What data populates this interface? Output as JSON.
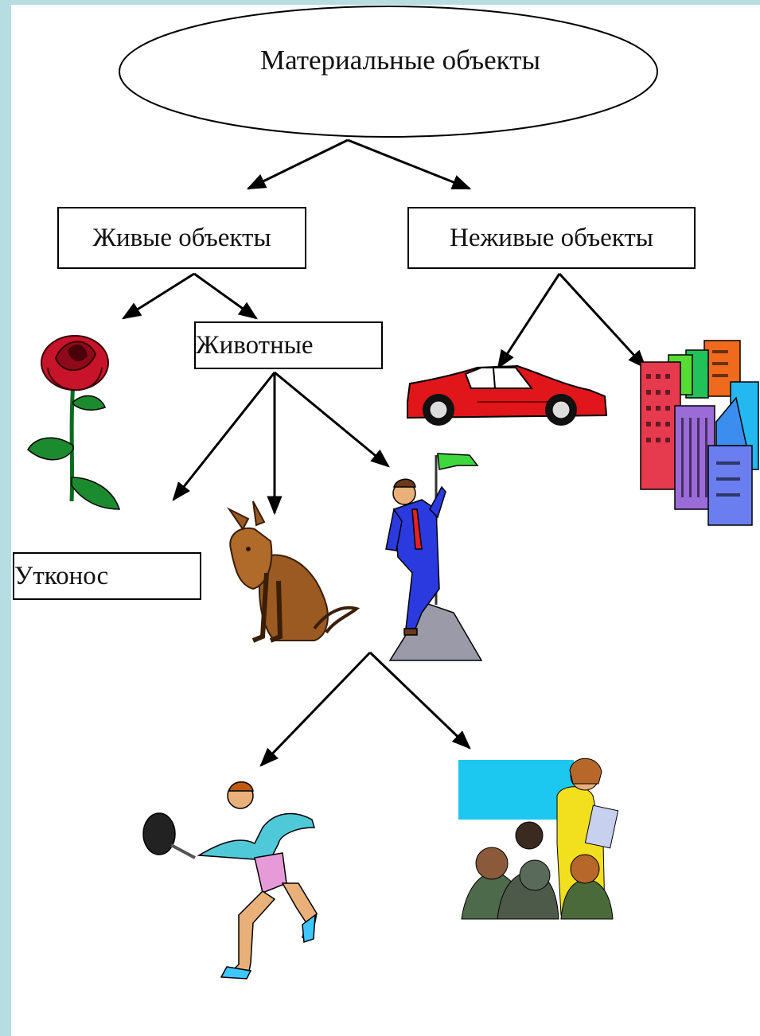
{
  "diagram": {
    "root": "Материальные объекты",
    "living": "Живые объекты",
    "nonliving": "Неживые объекты",
    "animals": "Животные",
    "platypus": "Утконос"
  },
  "pictures": [
    "rose-icon",
    "car-icon",
    "buildings-icon",
    "donkey-icon",
    "businessman-icon",
    "tennis-player-icon",
    "teacher-class-icon"
  ],
  "colors": {
    "background": "#b6dde2",
    "line": "#000000"
  }
}
